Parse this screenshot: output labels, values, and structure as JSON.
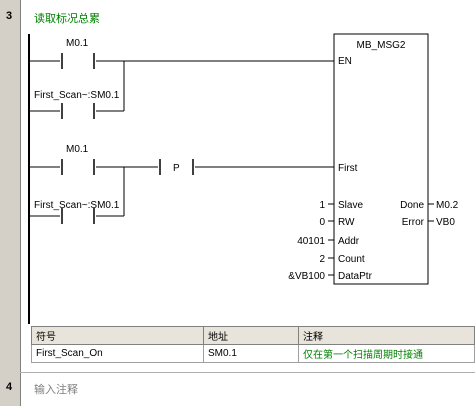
{
  "networks": [
    {
      "number": "3",
      "title": "读取标况总累"
    },
    {
      "number": "4",
      "comment_placeholder": "输入注释"
    }
  ],
  "contacts": {
    "c1": "M0.1",
    "c2": "First_Scan~:SM0.1",
    "c3": "M0.1",
    "c4": "First_Scan~:SM0.1",
    "p_contact": "P"
  },
  "block": {
    "name": "MB_MSG2",
    "en": "EN",
    "first": "First",
    "inputs": [
      {
        "pin": "Slave",
        "value": "1"
      },
      {
        "pin": "RW",
        "value": "0"
      },
      {
        "pin": "Addr",
        "value": "40101"
      },
      {
        "pin": "Count",
        "value": "2"
      },
      {
        "pin": "DataPtr",
        "value": "&VB100"
      }
    ],
    "outputs": [
      {
        "pin": "Done",
        "value": "M0.2"
      },
      {
        "pin": "Error",
        "value": "VB0"
      }
    ]
  },
  "symbol_table": {
    "headers": [
      "符号",
      "地址",
      "注释"
    ],
    "rows": [
      {
        "symbol": "First_Scan_On",
        "address": "SM0.1",
        "comment": "仅在第一个扫描周期时接通"
      }
    ]
  },
  "colors": {
    "constant": "#808000",
    "comment": "#008000",
    "gutter": "#d4d0c8"
  }
}
